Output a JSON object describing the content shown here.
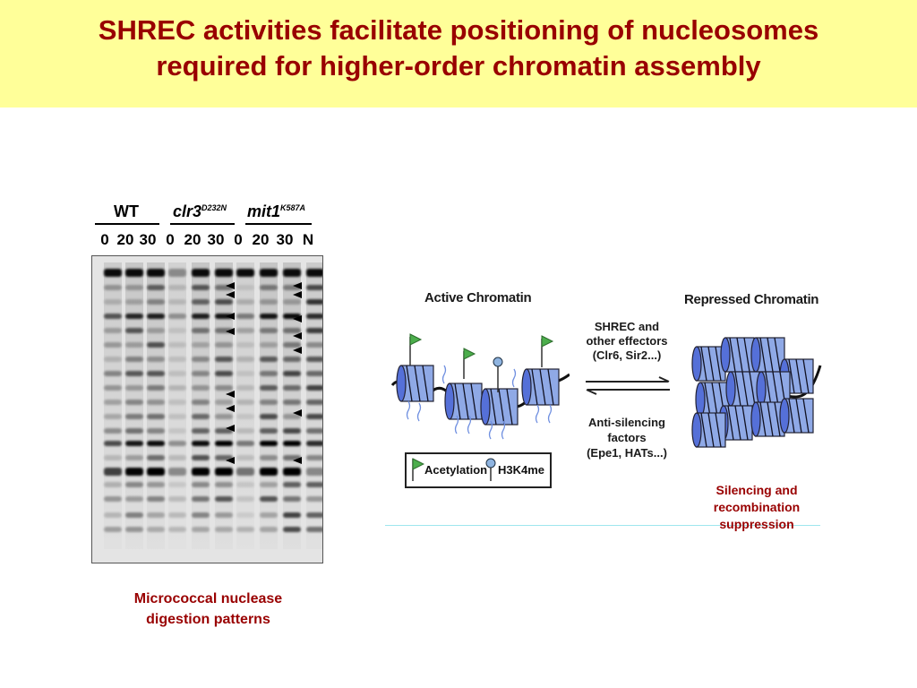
{
  "slide": {
    "title_line1": "SHREC activities facilitate positioning of nucleosomes",
    "title_line2": "required for higher-order chromatin assembly",
    "colors": {
      "title_band": "#ffff99",
      "title_text": "#990000",
      "caption_text": "#990000"
    }
  },
  "gel": {
    "groups": [
      {
        "name": "WT",
        "sup": ""
      },
      {
        "name": "clr3",
        "sup": "D232N"
      },
      {
        "name": "mit1",
        "sup": "K587A"
      }
    ],
    "lanes": [
      "0",
      "20",
      "30",
      "0",
      "20",
      "30",
      "0",
      "20",
      "30",
      "N"
    ],
    "caption_line1": "Micrococcal nuclease",
    "caption_line2": "digestion patterns"
  },
  "diagram": {
    "active_label": "Active Chromatin",
    "repressed_label": "Repressed Chromatin",
    "forward_line1": "SHREC and",
    "forward_line2": "other effectors",
    "forward_line3": "(Clr6, Sir2...)",
    "reverse_line1": "Anti-silencing",
    "reverse_line2": "factors",
    "reverse_line3": "(Epe1, HATs...)",
    "legend_acetylation": "Acetylation",
    "legend_h3k4me": "H3K4me",
    "caption_line1": "Silencing and",
    "caption_line2": "recombination",
    "caption_line3": "suppression"
  }
}
